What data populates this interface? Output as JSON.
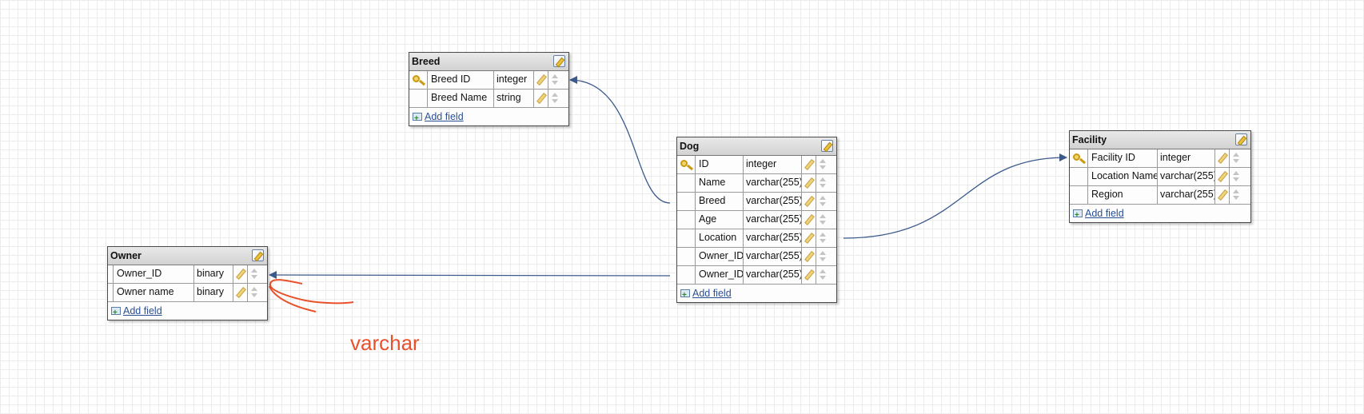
{
  "tables": {
    "breed": {
      "title": "Breed",
      "fields": [
        {
          "name": "Breed ID",
          "type": "integer",
          "primary": true
        },
        {
          "name": "Breed Name",
          "type": "string",
          "primary": false
        }
      ],
      "add_label": "Add field"
    },
    "dog": {
      "title": "Dog",
      "fields": [
        {
          "name": "ID",
          "type": "integer",
          "primary": true
        },
        {
          "name": "Name",
          "type": "varchar(255)",
          "primary": false
        },
        {
          "name": "Breed",
          "type": "varchar(255)",
          "primary": false
        },
        {
          "name": "Age",
          "type": "varchar(255)",
          "primary": false
        },
        {
          "name": "Location",
          "type": "varchar(255)",
          "primary": false
        },
        {
          "name": "Owner_ID",
          "type": "varchar(255)",
          "primary": false
        },
        {
          "name": "Owner_ID",
          "type": "varchar(255)",
          "primary": false
        }
      ],
      "add_label": "Add field"
    },
    "facility": {
      "title": "Facility",
      "fields": [
        {
          "name": "Facility ID",
          "type": "integer",
          "primary": true
        },
        {
          "name": "Location Name",
          "type": "varchar(255)",
          "primary": false
        },
        {
          "name": "Region",
          "type": "varchar(255)",
          "primary": false
        }
      ],
      "add_label": "Add field"
    },
    "owner": {
      "title": "Owner",
      "fields": [
        {
          "name": "Owner_ID",
          "type": "binary",
          "primary": false
        },
        {
          "name": "Owner name",
          "type": "binary",
          "primary": false
        }
      ],
      "add_label": "Add field"
    }
  },
  "annotation": {
    "text": "varchar",
    "color": "#e8512b"
  },
  "colors": {
    "relation_line": "#3b5a8c",
    "grid": "#ececec",
    "link": "#2a4f95"
  }
}
